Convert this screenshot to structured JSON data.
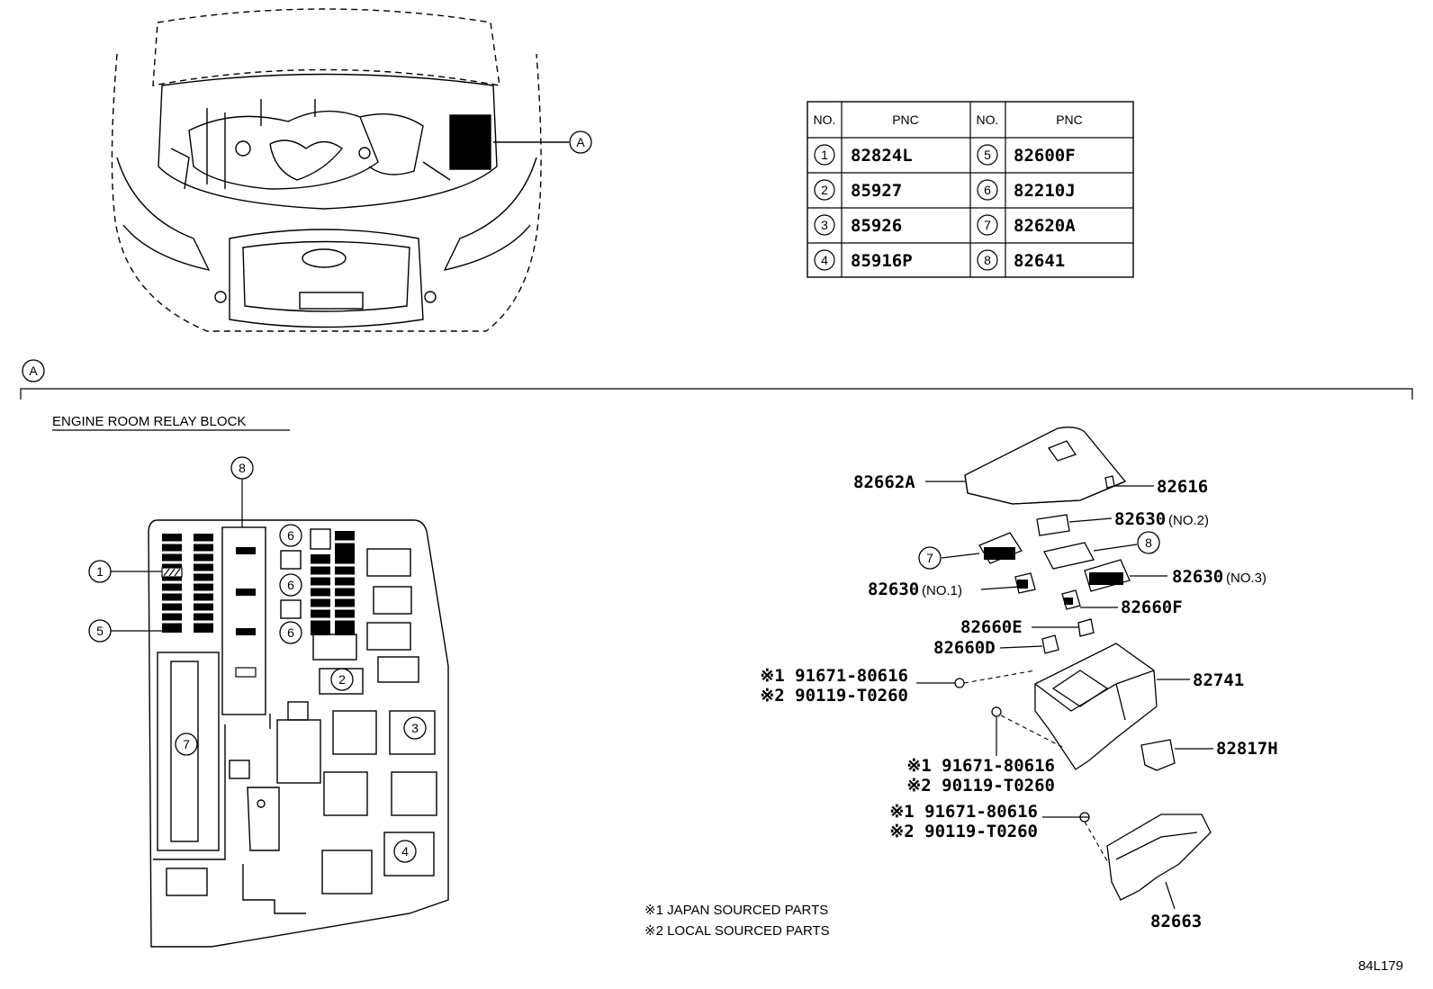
{
  "callout_a": "A",
  "section_marker": "A",
  "table": {
    "headers": [
      "NO.",
      "PNC",
      "NO.",
      "PNC"
    ],
    "rows": [
      {
        "n1": "1",
        "p1": "82824L",
        "n2": "5",
        "p2": "82600F"
      },
      {
        "n1": "2",
        "p1": "85927",
        "n2": "6",
        "p2": "82210J"
      },
      {
        "n1": "3",
        "p1": "85926",
        "n2": "7",
        "p2": "82620A"
      },
      {
        "n1": "4",
        "p1": "85916P",
        "n2": "8",
        "p2": "82641"
      }
    ]
  },
  "relay_block_title": "ENGINE ROOM RELAY BLOCK",
  "block_callouts": {
    "c1": "1",
    "c2": "2",
    "c3": "3",
    "c4": "4",
    "c5": "5",
    "c6a": "6",
    "c6b": "6",
    "c6c": "6",
    "c7": "7",
    "c8": "8"
  },
  "parts": {
    "p82662A": "82662A",
    "p82616": "82616",
    "p82630_no2": "82630",
    "p82630_no2_suffix": "(NO.2)",
    "c8": "8",
    "c7": "7",
    "p82630_no3": "82630",
    "p82630_no3_suffix": "(NO.3)",
    "p82630_no1": "82630",
    "p82630_no1_suffix": "(NO.1)",
    "p82660F": "82660F",
    "p82660E": "82660E",
    "p82660D": "82660D",
    "p82741": "82741",
    "p82817H": "82817H",
    "p82663": "82663",
    "bolt1_a": "※1 91671-80616",
    "bolt1_b": "※2 90119-T0260",
    "bolt2_a": "※1 91671-80616",
    "bolt2_b": "※2 90119-T0260",
    "bolt3_a": "※1 91671-80616",
    "bolt3_b": "※2 90119-T0260"
  },
  "notes": {
    "n1": "※1 JAPAN SOURCED PARTS",
    "n2": "※2 LOCAL SOURCED PARTS"
  },
  "figure_id": "84L179"
}
